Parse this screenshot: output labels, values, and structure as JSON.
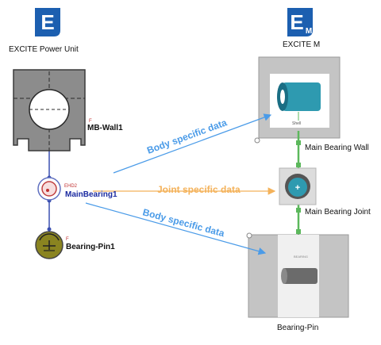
{
  "left_panel": {
    "logo_letter": "E",
    "title": "EXCITE Power Unit",
    "wall_marker": "F",
    "wall_label": "MB-Wall1",
    "bearing_marker": "EHD2",
    "bearing_label": "MainBearing1",
    "pin_marker": "F",
    "pin_label": "Bearing-Pin1"
  },
  "right_panel": {
    "logo_letter": "E",
    "logo_sub": "M",
    "title": "EXCITE M",
    "shell_label": "Shell",
    "main_wall_label": "Main Bearing Wall",
    "joint_label": "Main Bearing Joint",
    "pin_label": "Bearing-Pin",
    "pin_caption_small": "ВЕАRING"
  },
  "arrows": {
    "body_top": "Body specific data",
    "joint": "Joint specific data",
    "body_bottom": "Body specific data"
  },
  "colors": {
    "logo_blue": "#1c5fb0",
    "body_arrow": "#4a9be8",
    "joint_arrow": "#f4b25a",
    "connector_green": "#5cb85c",
    "teal": "#2e9ab0",
    "pin_olive": "#8a8420"
  }
}
